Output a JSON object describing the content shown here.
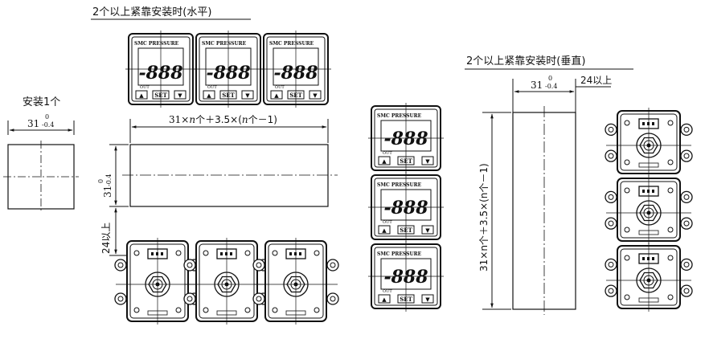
{
  "titles": {
    "horizontal": "2个以上紧靠安装时(水平)",
    "vertical": "2个以上紧靠安装时(垂直)",
    "single": "安装1个"
  },
  "dims": {
    "width_31": "31",
    "tol_upper": "0",
    "tol_lower": "-0.4",
    "horiz_total_prefix": "31×",
    "horiz_total_n": "n",
    "horiz_total_mid": "个＋3.5×(",
    "horiz_total_suffix": "个－1)",
    "vert_total": "31×n个＋3.5×(n个－1)",
    "gap_24": "24以上"
  },
  "device": {
    "brand": "SMC PRESSURE",
    "display": "-888",
    "set_label": "SET",
    "out_label": "OUT",
    "up_arrow": "▲",
    "down_arrow": "▼"
  }
}
